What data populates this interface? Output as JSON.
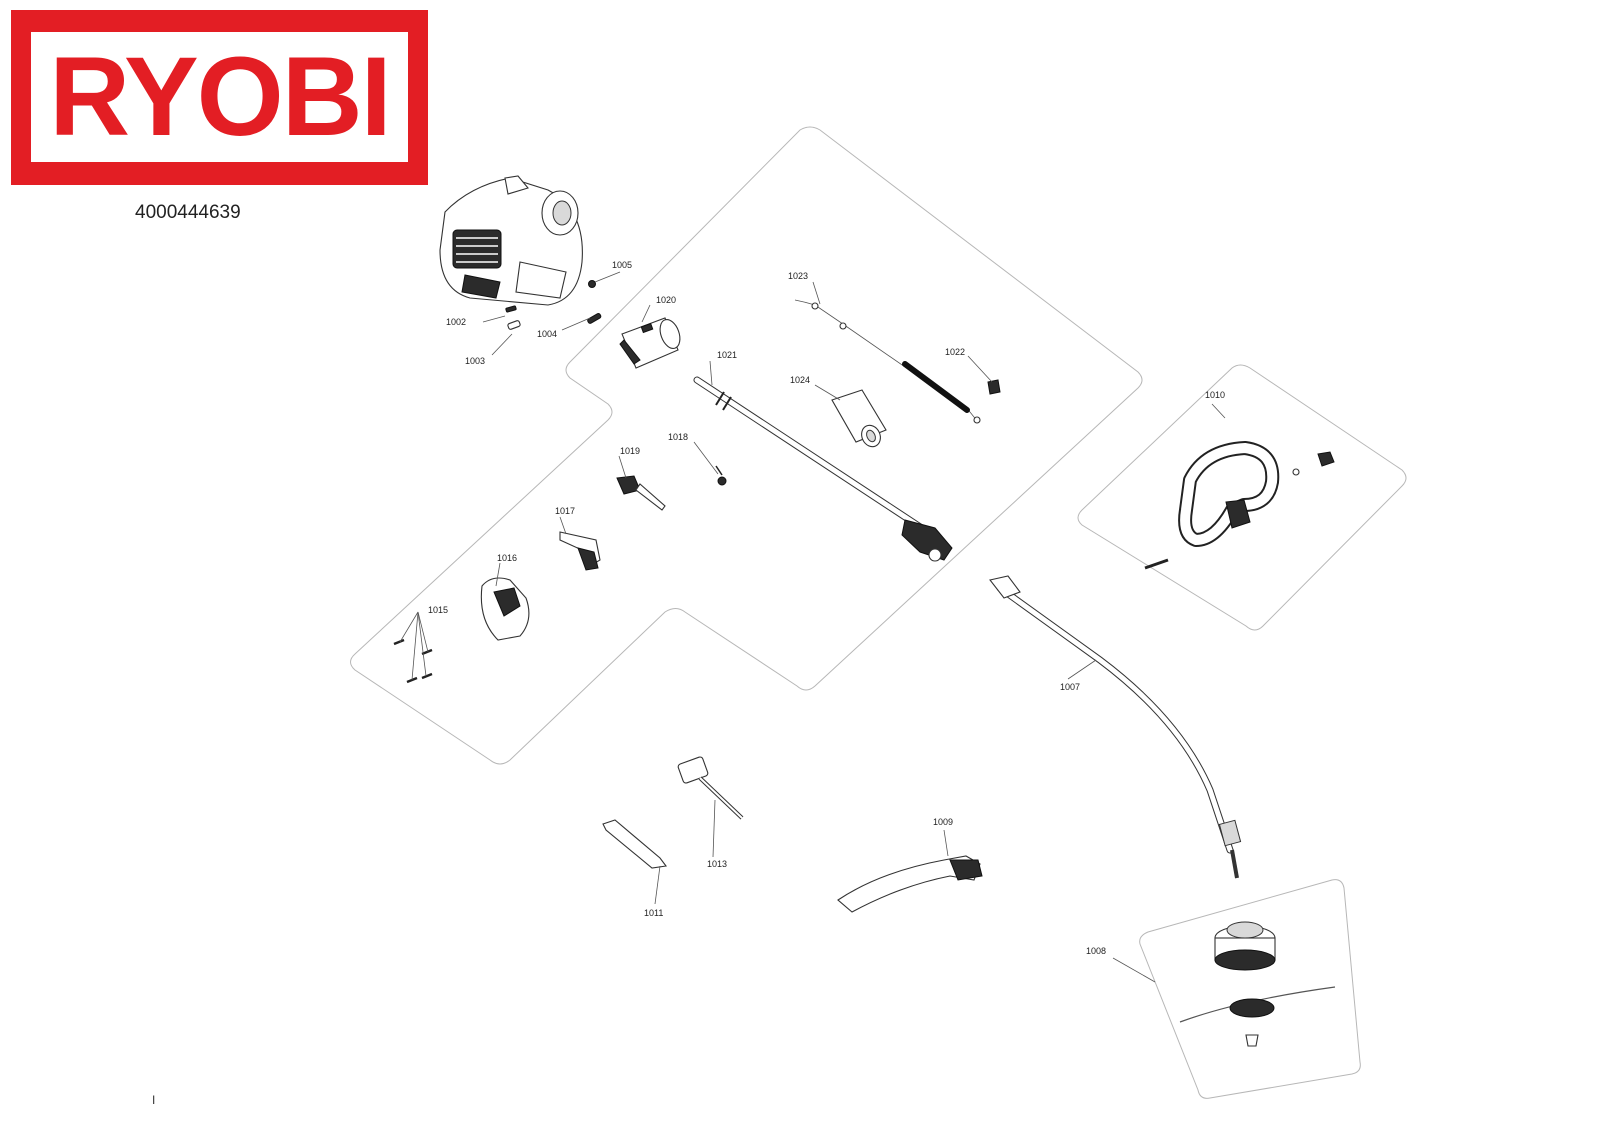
{
  "brand": {
    "logo_text": "RYOBI",
    "color": "#e31e24"
  },
  "document": {
    "part_number": "4000444639",
    "footer_mark": "I"
  },
  "callouts": {
    "c1002": "1002",
    "c1003": "1003",
    "c1004": "1004",
    "c1005": "1005",
    "c1007": "1007",
    "c1008": "1008",
    "c1009": "1009",
    "c1010": "1010",
    "c1011": "1011",
    "c1013": "1013",
    "c1015": "1015",
    "c1016": "1016",
    "c1017": "1017",
    "c1018": "1018",
    "c1019": "1019",
    "c1020": "1020",
    "c1021": "1021",
    "c1022": "1022",
    "c1023": "1023",
    "c1024": "1024"
  }
}
